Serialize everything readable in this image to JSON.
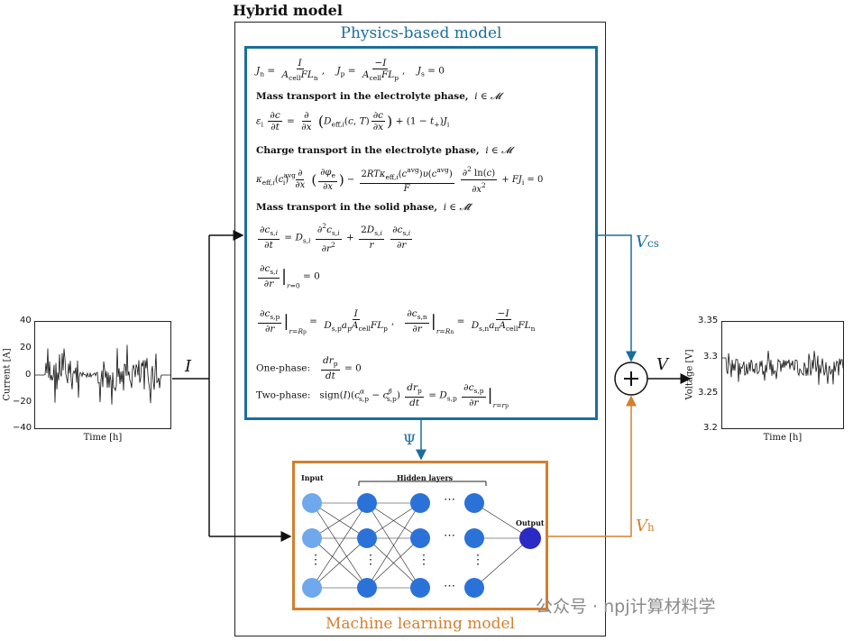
{
  "title": "Hybrid model",
  "physics": {
    "title": "Physics-based model",
    "eq_flux": {
      "jn": "J",
      "I": "I",
      "denom_n": "A",
      "neg_I": "−I",
      "js_eq": "J = 0"
    },
    "mass_electrolyte_heading": "Mass transport in the electrolyte phase,",
    "mass_electrolyte_set": "i ∈ 𝓜",
    "charge_electrolyte_heading": "Charge transport in the electrolyte phase,",
    "charge_electrolyte_set": "i ∈ 𝓜",
    "mass_solid_heading": "Mass transport in the solid phase,",
    "mass_solid_set": "i ∈ 𝓜̂",
    "one_phase_label": "One-phase:",
    "two_phase_label": "Two-phase:"
  },
  "ml": {
    "title": "Machine learning model",
    "input_label": "Input",
    "hidden_label": "Hidden layers",
    "output_label": "Output",
    "dots": "⋮",
    "hdots": "⋯"
  },
  "signals": {
    "current_symbol": "I",
    "psi_symbol": "Ψ",
    "vcs_main": "V",
    "vcs_sub": "cs",
    "vh_main": "V",
    "vh_sub": "h",
    "v_out": "V",
    "plus": "+"
  },
  "colors": {
    "physics": "#1b6e9c",
    "ml": "#d2802f",
    "node_input": "#6fa8ec",
    "node_hidden": "#2b72d8",
    "node_output": "#2a2ac4"
  },
  "current_plot": {
    "ylabel": "Current [A]",
    "xlabel": "Time [h]",
    "yticks": [
      "40",
      "20",
      "0",
      "−20",
      "−40"
    ]
  },
  "voltage_plot": {
    "ylabel": "Voltage [V]",
    "xlabel": "Time [h]",
    "yticks": [
      "3.35",
      "3.3",
      "3.25",
      "3.2"
    ]
  },
  "watermark": "公众号 · npj计算材料学"
}
